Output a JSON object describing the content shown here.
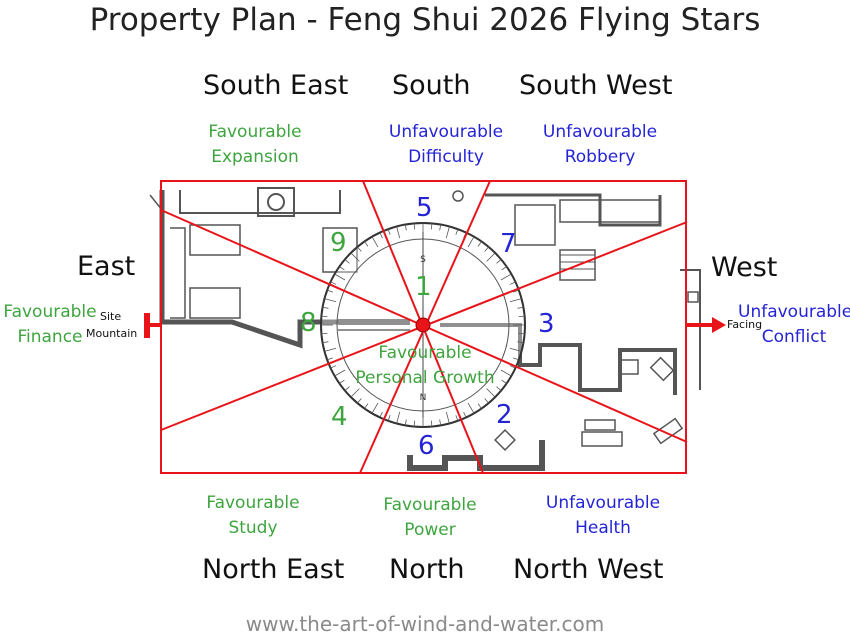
{
  "title": "Property Plan - Feng Shui 2026 Flying Stars",
  "directions": {
    "south_east": "South East",
    "south": "South",
    "south_west": "South West",
    "east": "East",
    "west": "West",
    "north_east": "North East",
    "north": "North",
    "north_west": "North West"
  },
  "sectors": {
    "south_east": {
      "line1": "Favourable",
      "line2": "Expansion",
      "star": "9"
    },
    "south": {
      "line1": "Unfavourable",
      "line2": "Difficulty",
      "star": "5"
    },
    "south_west": {
      "line1": "Unfavourable",
      "line2": "Robbery",
      "star": "7"
    },
    "east": {
      "line1": "Favourable",
      "line2": "Finance",
      "star": "8"
    },
    "center": {
      "line1": "Favourable",
      "line2": "Personal Growth",
      "star": "1"
    },
    "west": {
      "line1": "Unfavourable",
      "line2": "Conflict",
      "star": "3"
    },
    "north_east": {
      "line1": "Favourable",
      "line2": "Study",
      "star": "4"
    },
    "north": {
      "line1": "Favourable",
      "line2": "Power",
      "star": "6"
    },
    "north_west": {
      "line1": "Unfavourable",
      "line2": "Health",
      "star": "2"
    }
  },
  "site_label": "Site",
  "mountain_label": "Mountain",
  "facing_label": "Facing",
  "compass_marks": {
    "top": "S",
    "bottom": "N"
  },
  "footer": "www.the-art-of-wind-and-water.com",
  "colors": {
    "favourable": "#3ea53e",
    "unfavourable": "#2424d6",
    "grid": "#e8141a"
  }
}
